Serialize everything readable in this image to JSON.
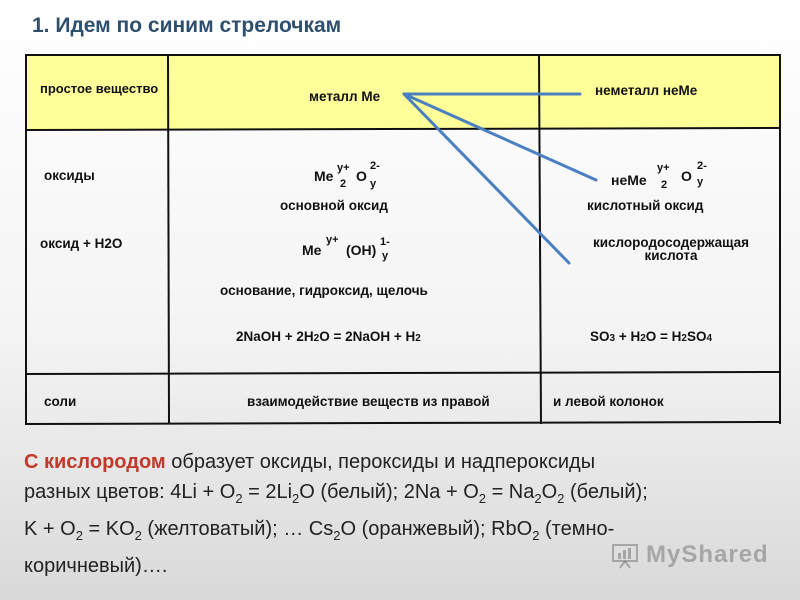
{
  "title": "1. Идем по синим стрелочкам",
  "table": {
    "simple_substance": "простое вещество",
    "metal": "металл Ме",
    "nonmetal": "неметалл неМе",
    "oxides": "оксиды",
    "oxide_water": "оксид + H2O",
    "salts": "соли",
    "me_oxide": {
      "base": "Me",
      "sup1": "y+",
      "sub1": "2",
      "o": "O",
      "sup2": "2-",
      "sub2": "y"
    },
    "basic_oxide": "основной оксид",
    "neme_oxide": {
      "base": "неМе",
      "sup1": "y+",
      "sub1": "2",
      "o": "O",
      "sup2": "2-",
      "sub2": "y"
    },
    "acidic_oxide": "кислотный оксид",
    "me_hydroxide": {
      "base": "Me",
      "sup1": "y+",
      "oh": "(OH)",
      "sup2": "1-",
      "sub2": "y"
    },
    "base_types": "основание, гидроксид, щелочь",
    "oxyacid_1": "кислородосодержащая",
    "oxyacid_2": "кислота",
    "eq_left": "2NaOH + 2H2O = 2NaOH + H2",
    "eq_right": "SO3 + H2O = H2SO4",
    "interaction_left": "взаимодействие веществ из правой",
    "interaction_right": "и левой колонок"
  },
  "paragraph": {
    "highlight": "С кислородом",
    "line1": " образует оксиды, пероксиды и надпероксиды",
    "line2": "разных цветов: 4Li + O2 = 2Li2O (белый); 2Na + O2 = Na2O2 (белый);",
    "line3": "K + O2 = KO2 (желтоватый); … Cs2O (оранжевый); RbO2 (темно-",
    "line4": "коричневый)…."
  },
  "watermark": "MyShared",
  "colors": {
    "title": "#2f4f6f",
    "highlight": "#c0392b",
    "header_fill": "#ffff99",
    "arrow": "#4a7fc1"
  }
}
